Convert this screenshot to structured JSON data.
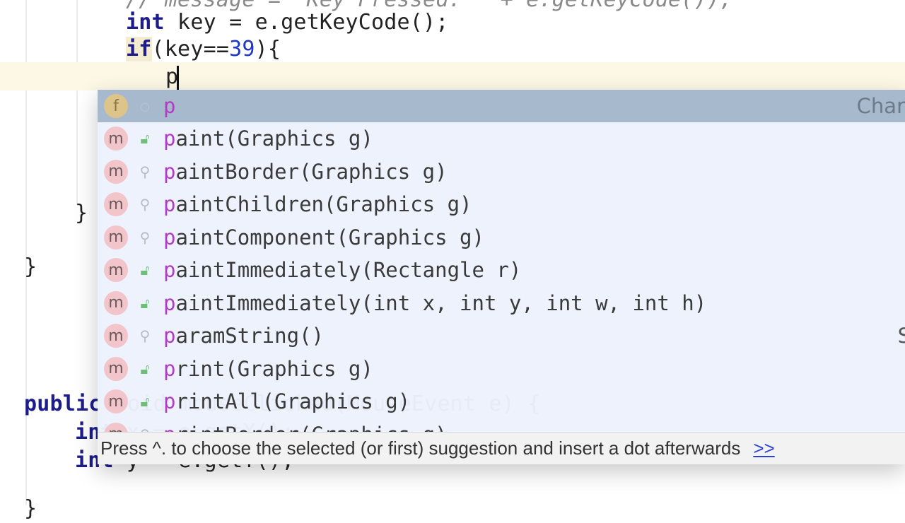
{
  "editor": {
    "lines": {
      "comment_line": "// message = \"Key Pressed: \" + e.getKeyCode());",
      "line_key": {
        "kw": "int",
        "rest": " key = e.getKeyCode();"
      },
      "line_if": {
        "kw": "if",
        "open": "(key==",
        "num": "39",
        "close": "){"
      },
      "line_typed": "p",
      "close_brace_inner": "}",
      "close_brace_outer": "}",
      "public_line": {
        "kw": "public",
        "rest": " void mouseClicked(MouseEvent e) {"
      },
      "int_x_line": {
        "kw": "int",
        "rest": " x = e.getX();"
      },
      "int_y_line": {
        "kw": "int",
        "rest": " y = e.getY();"
      },
      "final_brace": "}"
    }
  },
  "autocomplete": {
    "items": [
      {
        "kind": "f",
        "visibility": "dot",
        "match": "p",
        "rest": "",
        "type": "Char",
        "selected": true
      },
      {
        "kind": "m",
        "visibility": "public",
        "match": "p",
        "rest": "aint(Graphics g)",
        "type": ""
      },
      {
        "kind": "m",
        "visibility": "protected",
        "match": "p",
        "rest": "aintBorder(Graphics g)",
        "type": ""
      },
      {
        "kind": "m",
        "visibility": "protected",
        "match": "p",
        "rest": "aintChildren(Graphics g)",
        "type": ""
      },
      {
        "kind": "m",
        "visibility": "protected",
        "match": "p",
        "rest": "aintComponent(Graphics g)",
        "type": ""
      },
      {
        "kind": "m",
        "visibility": "public",
        "match": "p",
        "rest": "aintImmediately(Rectangle r)",
        "type": ""
      },
      {
        "kind": "m",
        "visibility": "public",
        "match": "p",
        "rest": "aintImmediately(int x, int y, int w, int h)",
        "type": ""
      },
      {
        "kind": "m",
        "visibility": "protected",
        "match": "p",
        "rest": "aramString()",
        "type": "S"
      },
      {
        "kind": "m",
        "visibility": "public",
        "match": "p",
        "rest": "rint(Graphics g)",
        "type": ""
      },
      {
        "kind": "m",
        "visibility": "public",
        "match": "p",
        "rest": "rintAll(Graphics g)",
        "type": ""
      },
      {
        "kind": "m",
        "visibility": "protected",
        "match": "p",
        "rest": "rintBorder(Graphics g)",
        "type": ""
      }
    ],
    "hint": "Press ^. to choose the selected (or first) suggestion and insert a dot afterwards",
    "hint_link": ">>"
  },
  "colors": {
    "selected_row": "#a7b9cc",
    "popup_bg": "#ecf2fd",
    "match_highlight": "#b13cc4",
    "keyword": "#1c1c8c",
    "number": "#1f37c8",
    "method_badge": "#f2c5cb",
    "field_badge": "#dcc48a",
    "link": "#2a3fd4"
  }
}
